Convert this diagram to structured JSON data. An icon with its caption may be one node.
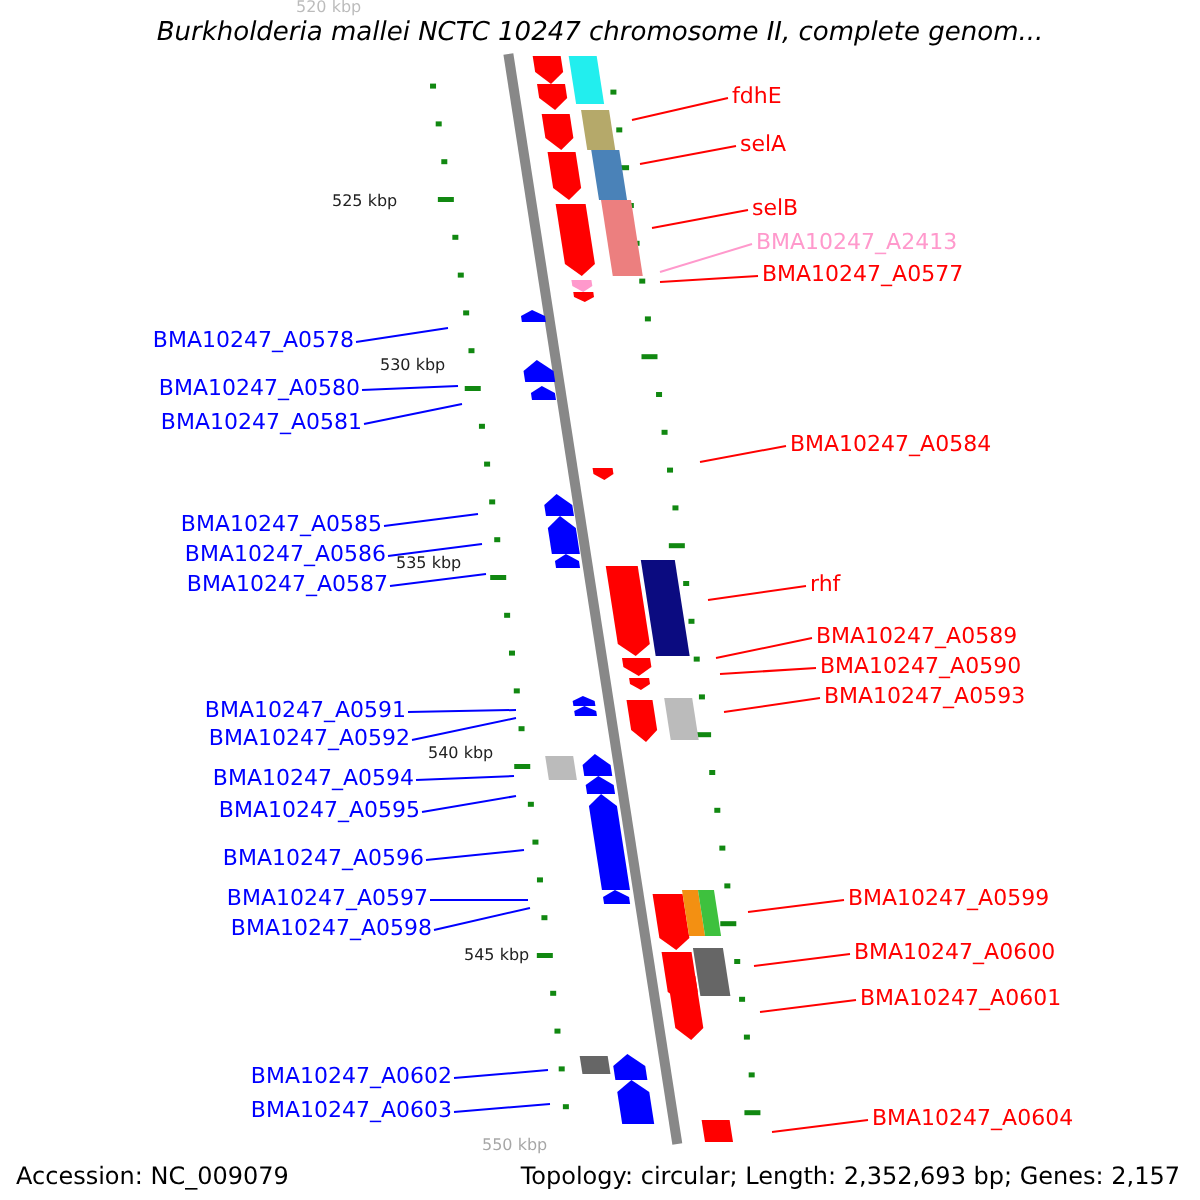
{
  "diagram": {
    "title": "Burkholderia mallei NCTC 10247 chromosome II, complete genom...",
    "nodes": [
      {
        "text": [
          "fdhE"
        ]
      },
      {
        "text": [
          "selA"
        ]
      },
      {
        "text": [
          "selB"
        ]
      },
      {
        "text": [
          "BMA10247_A2413"
        ]
      },
      {
        "text": [
          "BMA10247_A0577"
        ]
      },
      {
        "text": [
          "BMA10247_A0578"
        ]
      },
      {
        "text": [
          "BMA10247_A0580"
        ]
      },
      {
        "text": [
          "BMA10247_A0581"
        ]
      },
      {
        "text": [
          "BMA10247_A0584"
        ]
      },
      {
        "text": [
          "BMA10247_A0585"
        ]
      },
      {
        "text": [
          "BMA10247_A0586"
        ]
      },
      {
        "text": [
          "rhf"
        ]
      },
      {
        "text": [
          "BMA10247_A0587"
        ]
      },
      {
        "text": [
          "BMA10247_A0589"
        ]
      },
      {
        "text": [
          "BMA10247_A0590"
        ]
      },
      {
        "text": [
          "BMA10247_A0593"
        ]
      },
      {
        "text": [
          "BMA10247_A0591"
        ]
      },
      {
        "text": [
          "BMA10247_A0592"
        ]
      },
      {
        "text": [
          "BMA10247_A0594"
        ]
      },
      {
        "text": [
          "BMA10247_A0595"
        ]
      },
      {
        "text": [
          "BMA10247_A0596"
        ]
      },
      {
        "text": [
          "BMA10247_A0597"
        ]
      },
      {
        "text": [
          "BMA10247_A0599"
        ]
      },
      {
        "text": [
          "BMA10247_A0598"
        ]
      },
      {
        "text": [
          "BMA10247_A0600"
        ]
      },
      {
        "text": [
          "BMA10247_A0601"
        ]
      },
      {
        "text": [
          "BMA10247_A0602"
        ]
      },
      {
        "text": [
          "BMA10247_A0603"
        ]
      },
      {
        "text": [
          "BMA10247_A0604"
        ]
      }
    ],
    "edges": [
      {
        "from": 0,
        "to": null,
        "arrow": "none",
        "color": "#ff0000"
      },
      {
        "from": 1,
        "to": null,
        "arrow": "none",
        "color": "#ff0000"
      },
      {
        "from": 2,
        "to": null,
        "arrow": "none",
        "color": "#ff0000"
      },
      {
        "from": 3,
        "to": null,
        "arrow": "none",
        "color": "#ff99cc"
      },
      {
        "from": 4,
        "to": null,
        "arrow": "none",
        "color": "#ff0000"
      },
      {
        "from": 5,
        "to": null,
        "arrow": "none"
      },
      {
        "from": 6,
        "to": null,
        "arrow": "none"
      },
      {
        "from": 7,
        "to": null,
        "arrow": "none"
      },
      {
        "from": 8,
        "to": null,
        "arrow": "none",
        "color": "#ff0000"
      },
      {
        "from": 9,
        "to": null,
        "arrow": "none"
      },
      {
        "from": 10,
        "to": null,
        "arrow": "none"
      },
      {
        "from": 11,
        "to": null,
        "arrow": "none",
        "color": "#ff0000"
      },
      {
        "from": 12,
        "to": null,
        "arrow": "none"
      },
      {
        "from": 13,
        "to": null,
        "arrow": "none",
        "color": "#ff0000"
      },
      {
        "from": 14,
        "to": null,
        "arrow": "none",
        "color": "#ff0000"
      },
      {
        "from": 15,
        "to": null,
        "arrow": "none",
        "color": "#ff0000"
      },
      {
        "from": 16,
        "to": null,
        "arrow": "none"
      },
      {
        "from": 17,
        "to": null,
        "arrow": "none"
      },
      {
        "from": 18,
        "to": null,
        "arrow": "none"
      },
      {
        "from": 19,
        "to": null,
        "arrow": "none"
      },
      {
        "from": 20,
        "to": null,
        "arrow": "none"
      },
      {
        "from": 21,
        "to": null,
        "arrow": "none"
      },
      {
        "from": 22,
        "to": null,
        "arrow": "none",
        "color": "#ff0000"
      },
      {
        "from": 23,
        "to": null,
        "arrow": "none"
      },
      {
        "from": 24,
        "to": null,
        "arrow": "none",
        "color": "#ff0000"
      },
      {
        "from": 25,
        "to": null,
        "arrow": "none",
        "color": "#ff0000"
      },
      {
        "from": 26,
        "to": null,
        "arrow": "none"
      },
      {
        "from": 27,
        "to": null,
        "arrow": "none"
      },
      {
        "from": 28,
        "to": null,
        "arrow": "none",
        "color": "#ff0000"
      }
    ],
    "labels": [
      "520 kbp",
      "525 kbp",
      "530 kbp",
      "535 kbp",
      "540 kbp",
      "545 kbp",
      "550 kbp",
      "Accession: NC_009079",
      "Topology: circular; Length: 2,352,693 bp; Genes: 2,157"
    ]
  }
}
